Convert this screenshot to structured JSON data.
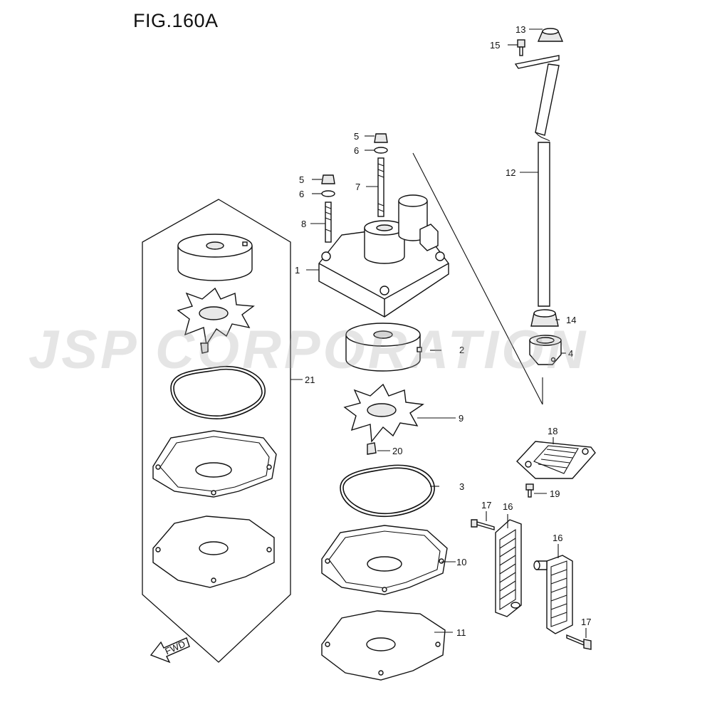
{
  "figure": {
    "title": "FIG.160A"
  },
  "watermark": {
    "text": "JSP CORPORATION"
  },
  "direction": {
    "fwd_label": "FWD"
  },
  "callouts": {
    "c1": "1",
    "c2": "2",
    "c3": "3",
    "c4": "4",
    "c5a": "5",
    "c5b": "5",
    "c6a": "6",
    "c6b": "6",
    "c7": "7",
    "c8": "8",
    "c9": "9",
    "c10": "10",
    "c11": "11",
    "c12": "12",
    "c13": "13",
    "c14": "14",
    "c15": "15",
    "c16a": "16",
    "c16b": "16",
    "c17a": "17",
    "c17b": "17",
    "c18": "18",
    "c19": "19",
    "c20": "20",
    "c21": "21"
  }
}
